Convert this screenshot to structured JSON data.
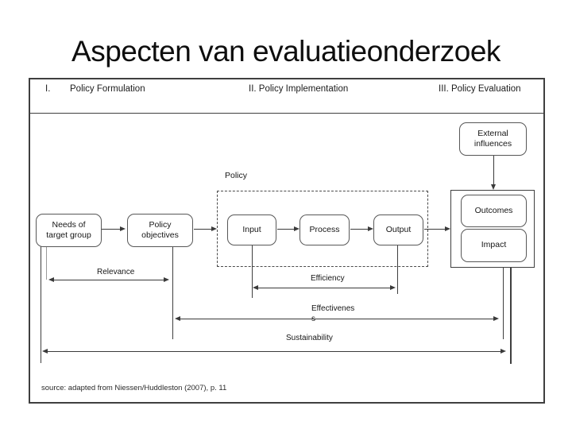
{
  "title": "Aspecten van evaluatieonderzoek",
  "frame_header": {
    "numeral_1": "I.",
    "col_1": "Policy Formulation",
    "col_2": "II. Policy Implementation",
    "col_3": "III. Policy Evaluation"
  },
  "diagram": {
    "group_label": "Policy",
    "boxes": {
      "needs": {
        "line1": "Needs of",
        "line2": "target group"
      },
      "objectives": {
        "line1": "Policy",
        "line2": "objectives"
      },
      "input": {
        "label": "Input"
      },
      "process": {
        "label": "Process"
      },
      "output": {
        "label": "Output"
      },
      "external": {
        "line1": "External",
        "line2": "influences"
      },
      "outcomes": {
        "label": "Outcomes"
      },
      "impact": {
        "label": "Impact"
      }
    },
    "measures": {
      "relevance": "Relevance",
      "efficiency": "Efficiency",
      "effectiveness_line1": "Effectivenes",
      "effectiveness_line2": "s",
      "sustainability": "Sustainability"
    }
  },
  "source_note": "source: adapted from Niessen/Huddleston (2007), p. 11",
  "colors": {
    "background": "#ffffff",
    "line": "#3a3a3a",
    "box_border": "#575757",
    "frame_border": "#3f3f3f",
    "text": "#141414"
  }
}
